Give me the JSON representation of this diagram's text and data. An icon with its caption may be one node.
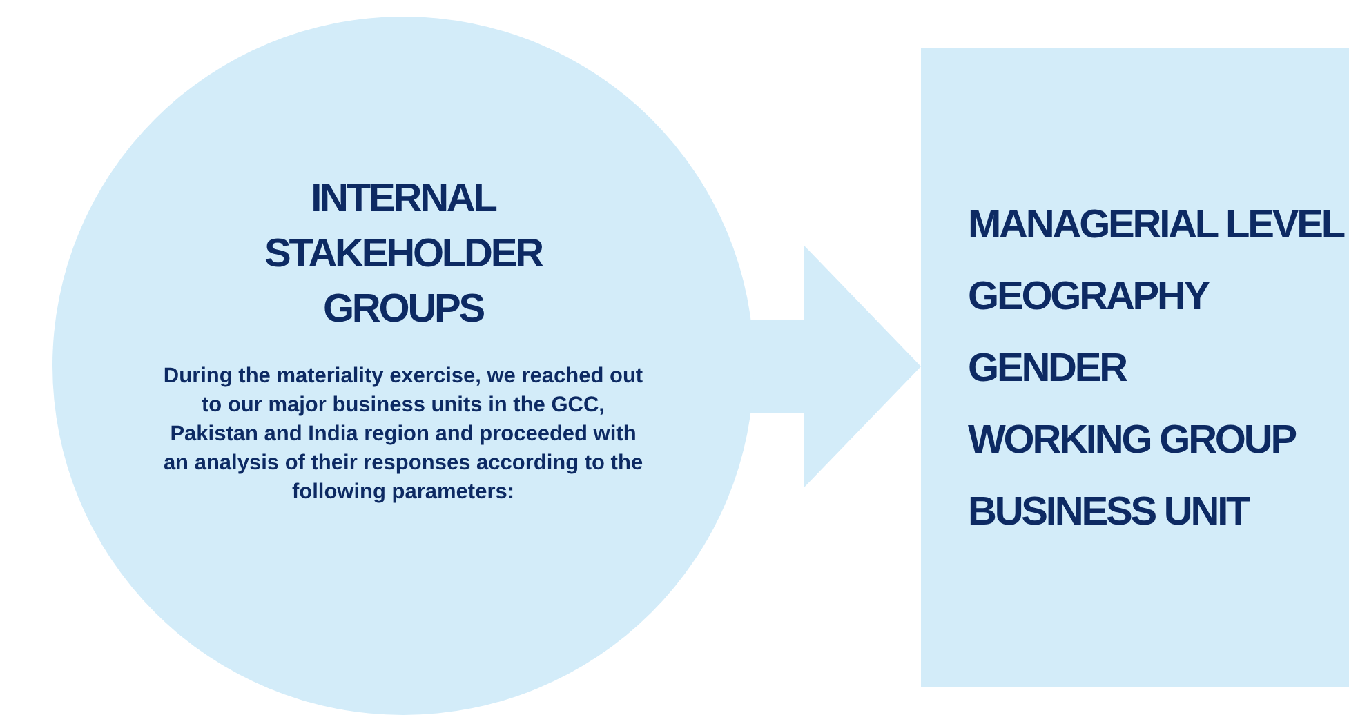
{
  "diagram": {
    "nodes": [
      {
        "text": [
          "INTERNAL STAKEHOLDER GROUPS",
          "During the materiality exercise, we reached out to our major business units in the GCC, Pakistan and India region and proceeded with an analysis of their responses according to the following parameters:"
        ]
      },
      {
        "text": [
          "MANAGERIAL LEVEL",
          "GEOGRAPHY",
          "GENDER",
          "WORKING GROUP",
          "BUSINESS UNIT"
        ]
      }
    ],
    "edges": [
      {
        "from": 0,
        "to": 1,
        "arrow": "to",
        "color": "#d3ecf9"
      }
    ]
  }
}
